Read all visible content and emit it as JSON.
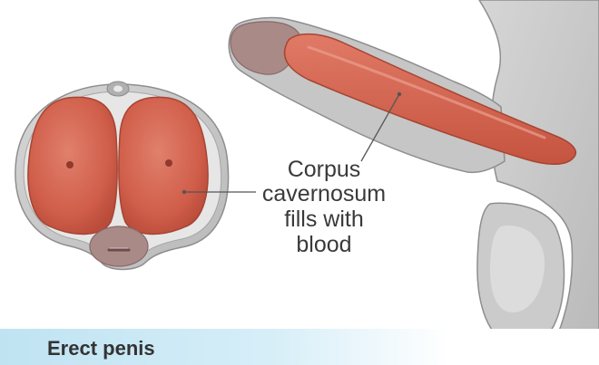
{
  "figure": {
    "caption": "Erect penis",
    "annotation_lines": [
      "Corpus",
      "cavernosum",
      "fills with",
      "blood"
    ]
  },
  "colors": {
    "tissue_red": "#d8644f",
    "tissue_red_dark": "#b34a38",
    "skin_mauve": "#a98a86",
    "outer_grey": "#c9c9c9",
    "caption_band": "#bfe3f2"
  }
}
